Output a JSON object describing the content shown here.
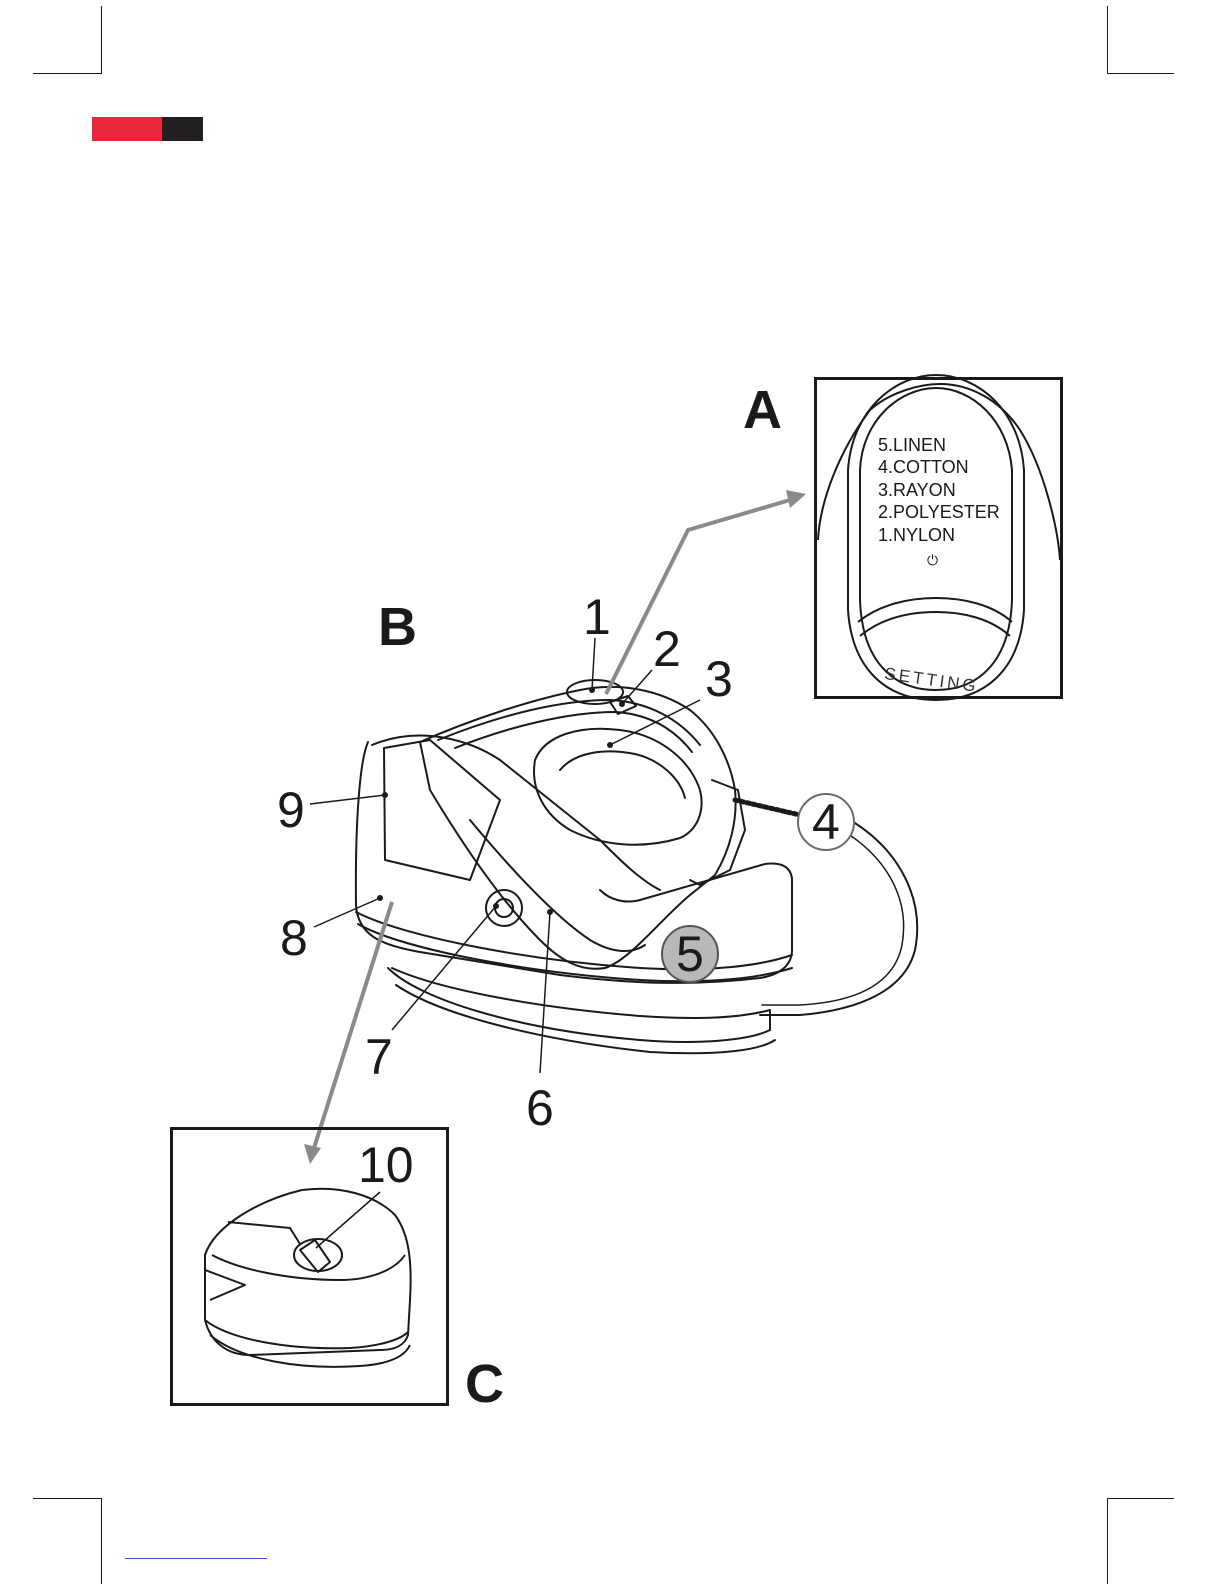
{
  "brand": {
    "red": "#e8293d",
    "dark": "#231f20"
  },
  "sections": {
    "a": "A",
    "b": "B",
    "c": "C"
  },
  "callouts": {
    "n1": "1",
    "n2": "2",
    "n3": "3",
    "n4": "4",
    "n5": "5",
    "n6": "6",
    "n7": "7",
    "n8": "8",
    "n9": "9",
    "n10": "10"
  },
  "settings_panel": {
    "items": [
      "5.LINEN",
      "4.COTTON",
      "3.RAYON",
      "2.POLYESTER",
      "1.NYLON"
    ],
    "power_symbol": "⏻",
    "label": "SETTING"
  }
}
